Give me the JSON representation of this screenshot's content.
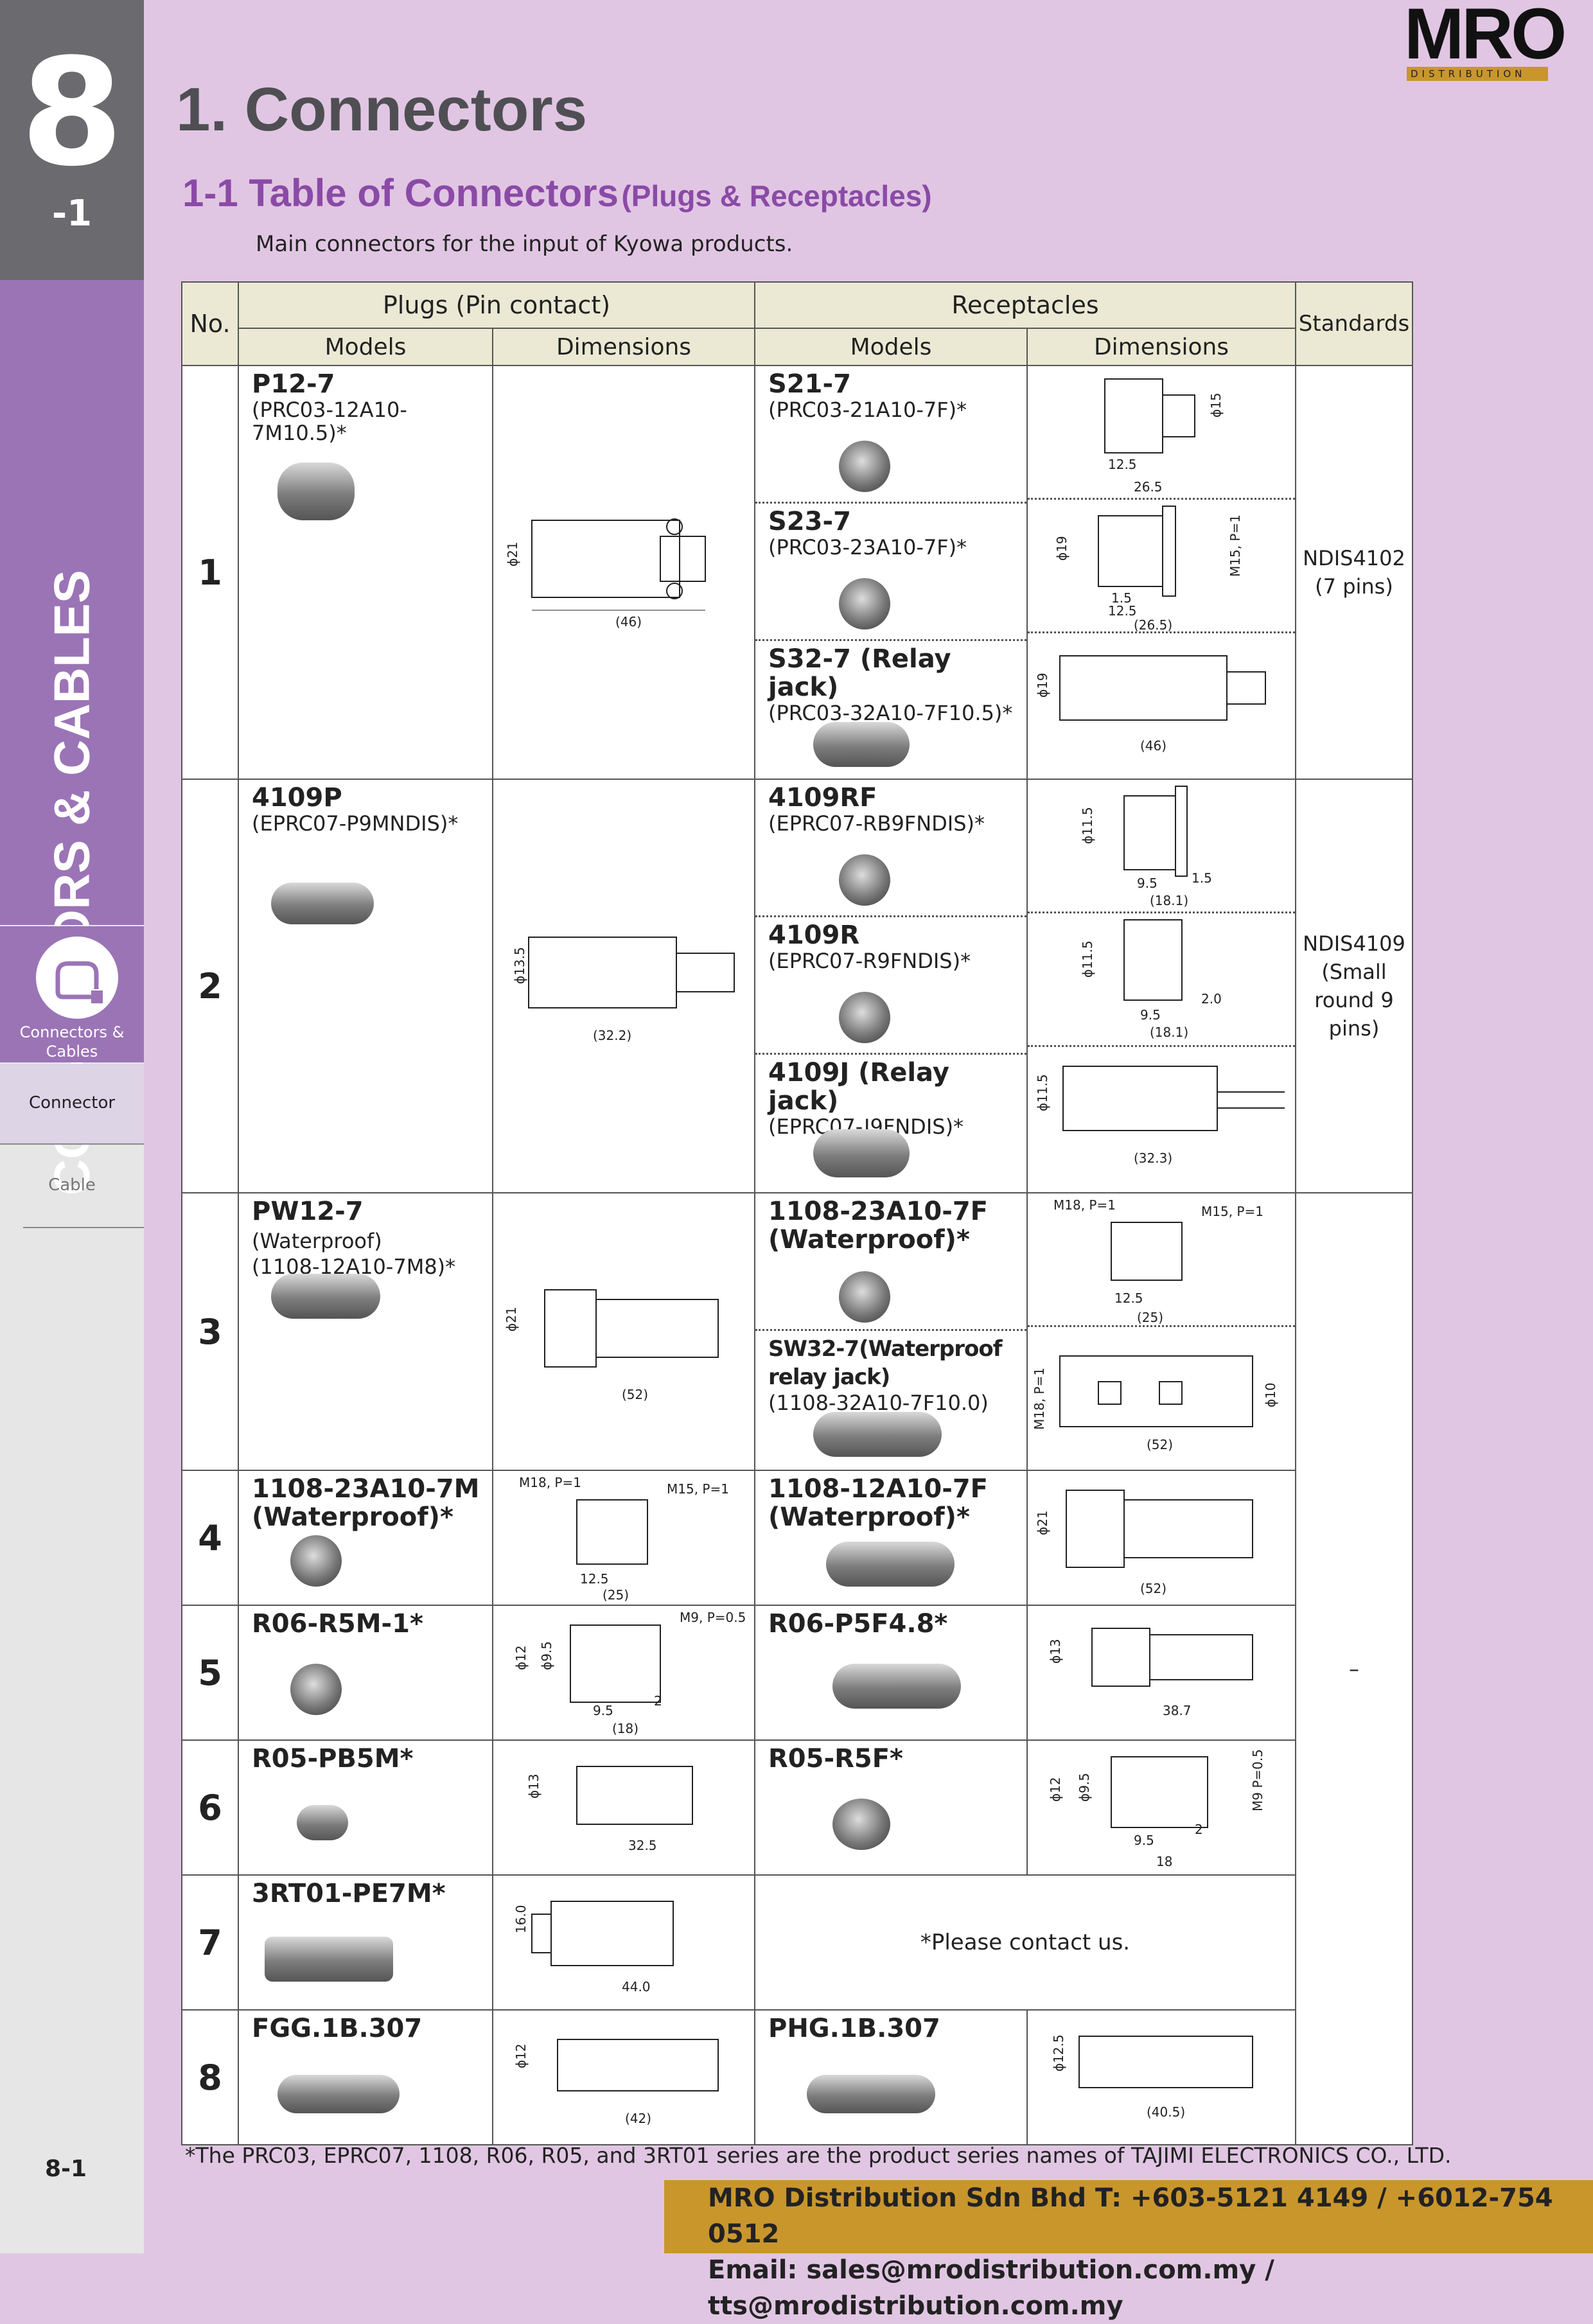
{
  "sidebar": {
    "chapter_number": "8",
    "chapter_sub": "-1",
    "vertical_title": "CONNECTORS & CABLES",
    "section_label_1": "Connectors &",
    "section_label_2": "Cables",
    "items": [
      {
        "label": "Connector"
      },
      {
        "label": "Cable"
      }
    ],
    "page_number": "8-1"
  },
  "logo": {
    "word": "MRO",
    "tagline": "DISTRIBUTION"
  },
  "header": {
    "title": "1. Connectors",
    "subtitle": "1-1 Table of Connectors",
    "subtitle_small": "(Plugs & Receptacles)",
    "intro": "Main connectors for the input of Kyowa products."
  },
  "table": {
    "headers": {
      "no": "No.",
      "plugs": "Plugs (Pin contact)",
      "receptacles": "Receptacles",
      "standards": "Standards",
      "models": "Models",
      "dimensions": "Dimensions"
    },
    "rows": [
      {
        "no": "1",
        "plug": {
          "model": "P12-7",
          "part": "(PRC03-12A10-7M10.5)*"
        },
        "receptacles": [
          {
            "model": "S21-7",
            "part": "(PRC03-21A10-7F)*"
          },
          {
            "model": "S23-7",
            "part": "(PRC03-23A10-7F)*"
          },
          {
            "model": "S32-7 (Relay jack)",
            "part": "(PRC03-32A10-7F10.5)*"
          }
        ],
        "standard": [
          "NDIS4102",
          "(7 pins)"
        ]
      },
      {
        "no": "2",
        "plug": {
          "model": "4109P",
          "part": "(EPRC07-P9MNDIS)*"
        },
        "receptacles": [
          {
            "model": "4109RF",
            "part": "(EPRC07-RB9FNDIS)*"
          },
          {
            "model": "4109R",
            "part": "(EPRC07-R9FNDIS)*"
          },
          {
            "model": "4109J (Relay jack)",
            "part": "(EPRC07-J9FNDIS)*"
          }
        ],
        "standard": [
          "NDIS4109",
          "(Small",
          "round 9",
          "pins)"
        ]
      },
      {
        "no": "3",
        "plug": {
          "model": "PW12-7",
          "model_suffix": "(Waterproof)",
          "part": "(1108-12A10-7M8)*"
        },
        "receptacles": [
          {
            "model": "1108-23A10-7F",
            "part": "(Waterproof)*"
          },
          {
            "model": "SW32-7(Waterproof relay jack)",
            "part": "(1108-32A10-7F10.0)"
          }
        ]
      },
      {
        "no": "4",
        "plug": {
          "model": "1108-23A10-7M",
          "part": "(Waterproof)*"
        },
        "receptacles": [
          {
            "model": "1108-12A10-7F",
            "part": "(Waterproof)*"
          }
        ]
      },
      {
        "no": "5",
        "plug": {
          "model": "R06-R5M-1*"
        },
        "receptacles": [
          {
            "model": "R06-P5F4.8*"
          }
        ],
        "standard": [
          "–"
        ]
      },
      {
        "no": "6",
        "plug": {
          "model": "R05-PB5M*"
        },
        "receptacles": [
          {
            "model": "R05-R5F*"
          }
        ]
      },
      {
        "no": "7",
        "plug": {
          "model": "3RT01-PE7M*"
        },
        "contact": "*Please contact us."
      },
      {
        "no": "8",
        "plug": {
          "model": "FGG.1B.307"
        },
        "receptacles": [
          {
            "model": "PHG.1B.307"
          }
        ]
      }
    ],
    "dims": {
      "r1p": [
        "ϕ21",
        "(46)"
      ],
      "r1a": [
        "ϕ15",
        "12.5",
        "26.5"
      ],
      "r1b": [
        "ϕ19",
        "M15, P=1",
        "1.5",
        "12.5",
        "(26.5)"
      ],
      "r1c": [
        "ϕ19",
        "(46)"
      ],
      "r2p": [
        "ϕ13.5",
        "(32.2)"
      ],
      "r2a": [
        "ϕ11.5",
        "9.5",
        "1.5",
        "(18.1)"
      ],
      "r2b": [
        "ϕ11.5",
        "2.0",
        "9.5",
        "(18.1)"
      ],
      "r2c": [
        "ϕ11.5",
        "(32.3)"
      ],
      "r3p": [
        "ϕ21",
        "(52)"
      ],
      "r3a": [
        "M18, P=1",
        "M15, P=1",
        "12.5",
        "(25)"
      ],
      "r3b": [
        "M18, P=1",
        "ϕ10",
        "(52)"
      ],
      "r4p": [
        "M18, P=1",
        "M15, P=1",
        "12.5",
        "(25)"
      ],
      "r4r": [
        "ϕ21",
        "(52)"
      ],
      "r5p": [
        "ϕ12",
        "ϕ9.5",
        "M9, P=0.5",
        "2",
        "9.5",
        "(18)"
      ],
      "r5r": [
        "ϕ13",
        "38.7"
      ],
      "r6p": [
        "ϕ13",
        "32.5"
      ],
      "r6r": [
        "ϕ12",
        "ϕ9.5",
        "M9 P=0.5",
        "2",
        "9.5",
        "18"
      ],
      "r7p": [
        "16.0",
        "44.0"
      ],
      "r8p": [
        "ϕ12",
        "(42)"
      ],
      "r8r": [
        "ϕ12.5",
        "(40.5)"
      ]
    }
  },
  "footnote": "*The PRC03, EPRC07, 1108, R06, R05, and 3RT01 series are the product series names of TAJIMI ELECTRONICS CO., LTD.",
  "footer": {
    "line1": "MRO Distribution Sdn Bhd   T: +603-5121 4149 / +6012-754 0512",
    "line2": "Email: sales@mrodistribution.com.my / tts@mrodistribution.com.my"
  }
}
